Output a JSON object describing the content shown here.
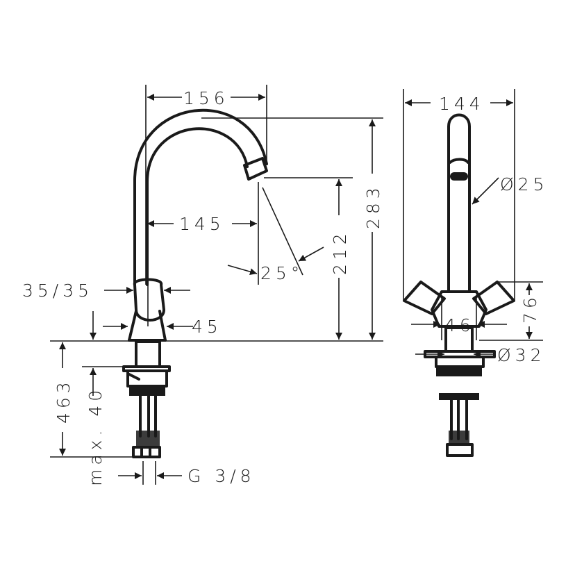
{
  "drawing": {
    "subject": "Two-handle basin mixer tap technical dimension drawing",
    "colors": {
      "line": "#1a1a1a",
      "background": "#ffffff"
    },
    "side_view": {
      "dimensions": {
        "spout_reach": "156",
        "spout_outlet_reach": "145",
        "total_height": "283",
        "outlet_height": "212",
        "spout_angle": "25°",
        "handle_width": "35/35",
        "body_width": "45",
        "base_to_tail": "463",
        "max_deck_thickness": "max. 40",
        "connection_thread": "G 3/8"
      }
    },
    "front_view": {
      "dimensions": {
        "overall_width": "144",
        "spout_diameter": "Ø25",
        "body_width": "46",
        "handle_height": "76",
        "base_diameter": "Ø32"
      }
    }
  }
}
